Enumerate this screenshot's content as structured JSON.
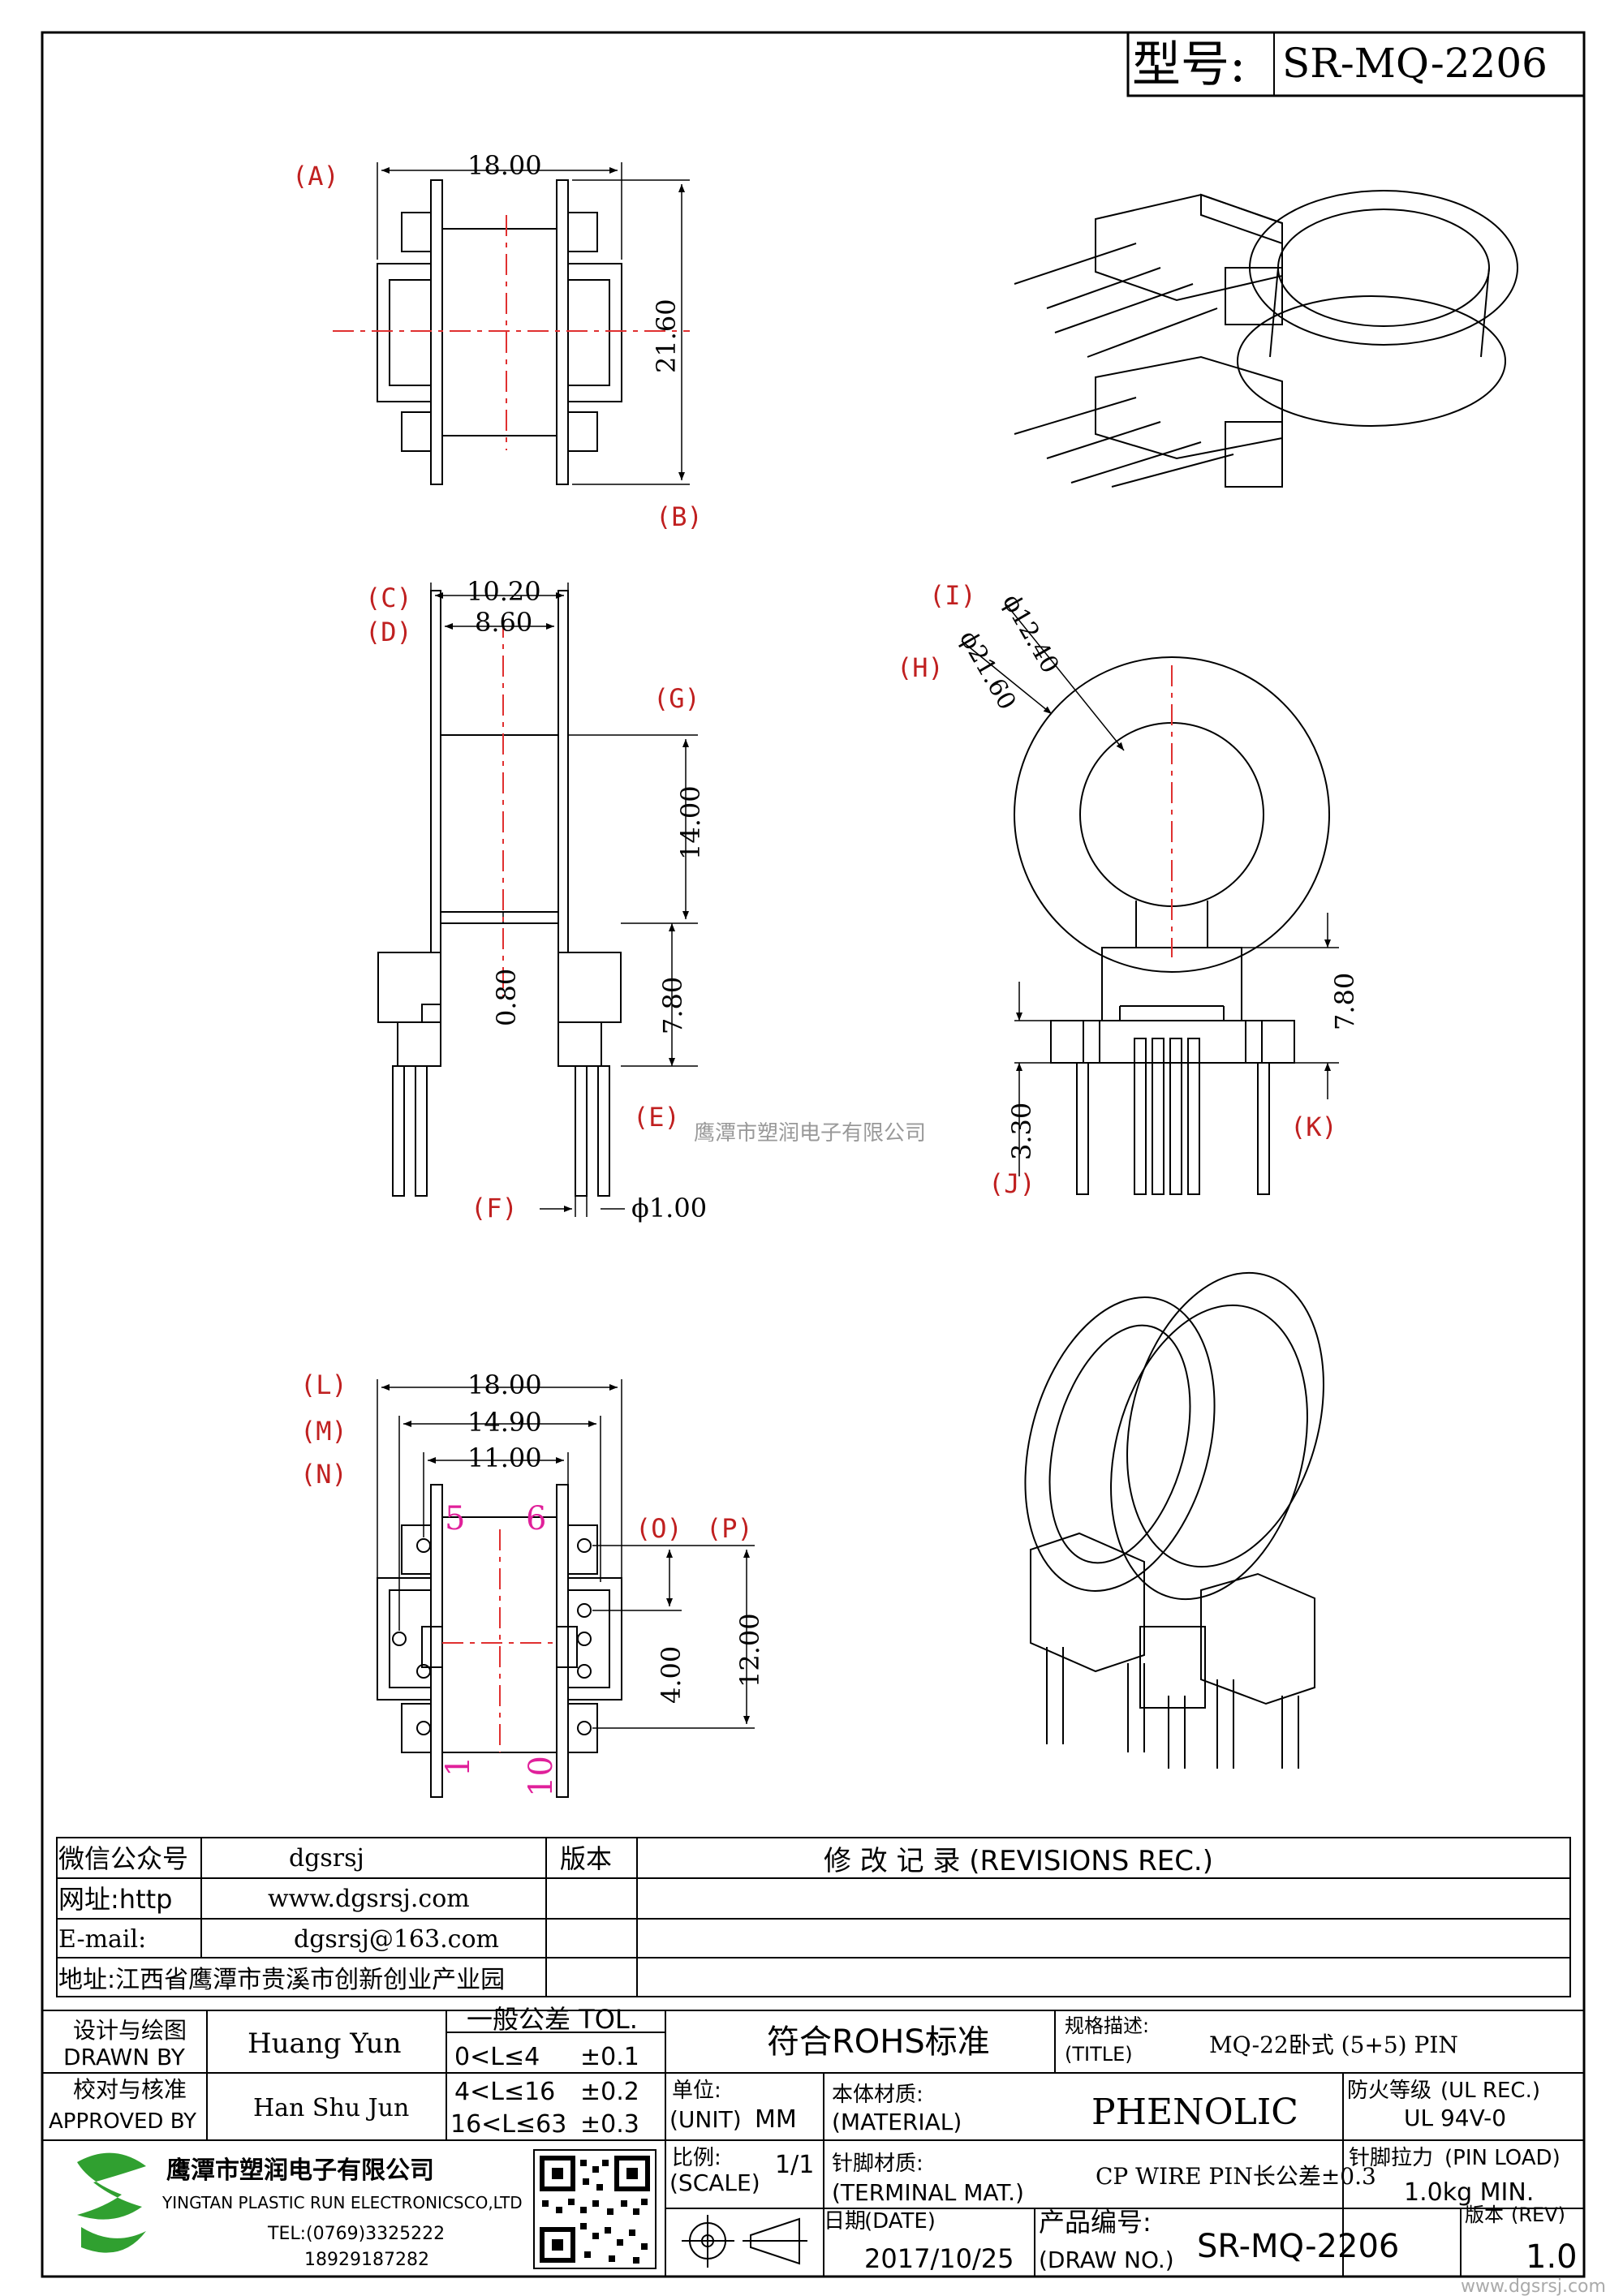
{
  "header": {
    "model_prefix": "型号:",
    "model": "SR-MQ-2206"
  },
  "labels": {
    "A": "(A)",
    "B": "(B)",
    "C": "(C)",
    "D": "(D)",
    "E": "(E)",
    "F": "(F)",
    "G": "(G)",
    "H": "(H)",
    "I": "(I)",
    "J": "(J)",
    "K": "(K)",
    "L": "(L)",
    "M": "(M)",
    "N": "(N)",
    "O": "(O)",
    "P": "(P)"
  },
  "dims": {
    "top_width": "18.00",
    "top_height": "21.60",
    "front_outer": "10.20",
    "front_inner": "8.60",
    "front_height": "14.00",
    "front_flange": "0.80",
    "front_base": "7.80",
    "pin_dia": "ϕ1.00",
    "side_inner_dia": "ϕ12.40",
    "side_outer_dia": "ϕ21.60",
    "side_base": "7.80",
    "side_pin": "3.30",
    "bottom_w1": "18.00",
    "bottom_w2": "14.90",
    "bottom_w3": "11.00",
    "bottom_h1": "4.00",
    "bottom_h2": "12.00"
  },
  "pins": {
    "p5": "5",
    "p6": "6",
    "p1": "1",
    "p10": "10"
  },
  "watermark": "鹰潭市塑润电子有限公司",
  "info": {
    "wechat_label": "微信公众号",
    "wechat_value": "dgsrsj",
    "web_label": "网址:http",
    "web_value": "www.dgsrsj.com",
    "email_label": "E-mail:",
    "email_value": "dgsrsj@163.com",
    "address": "地址:江西省鹰潭市贵溪市创新创业产业园",
    "version_label": "版本",
    "revisions_label": "修 改 记 录  (REVISIONS REC.)"
  },
  "titleblock": {
    "designer_cn": "设计与绘图",
    "designer_en": "DRAWN BY",
    "designer": "Huang Yun",
    "checker_cn": "校对与核准",
    "checker_en": "APPROVED BY",
    "checker": "Han Shu Jun",
    "tol_title": "一般公差 TOL.",
    "tol1_range": "0<L≤4",
    "tol1_val": "±0.1",
    "tol2_range": "4<L≤16",
    "tol2_val": "±0.2",
    "tol3_range": "16<L≤63",
    "tol3_val": "±0.3",
    "rohs": "符合ROHS标准",
    "spec_cn": "规格描述:",
    "spec_en": "(TITLE)",
    "spec": "MQ-22卧式 (5+5) PIN",
    "unit_cn": "单位:",
    "unit_en": "(UNIT)",
    "unit": "MM",
    "mat_cn": "本体材质:",
    "mat_en": "(MATERIAL)",
    "material": "PHENOLIC",
    "fire_cn": "防火等级",
    "fire_en": "(UL REC.)",
    "fire": "UL 94V-0",
    "scale_cn": "比例:",
    "scale_en": "(SCALE)",
    "scale": "1/1",
    "term_cn": "针脚材质:",
    "term_en": "(TERMINAL MAT.)",
    "terminal": "CP WIRE  PIN长公差±0.3",
    "pull_cn": "针脚拉力",
    "pull_en": "(PIN LOAD)",
    "pull": "1.0kg MIN.",
    "date_cn": "日期",
    "date_en": "(DATE)",
    "date": "2017/10/25",
    "dwg_cn": "产品编号:",
    "dwg_en": "(DRAW NO.)",
    "dwg": "SR-MQ-2206",
    "rev_cn": "版本",
    "rev_en": "(REV)",
    "rev": "1.0",
    "company_cn": "鹰潭市塑润电子有限公司",
    "company_en": "YINGTAN PLASTIC RUN ELECTRONICSCO,LTD",
    "tel": "TEL:(0769)3325222",
    "mobile": "18929187282"
  },
  "footer_watermark": "www.dgsrsj.com"
}
